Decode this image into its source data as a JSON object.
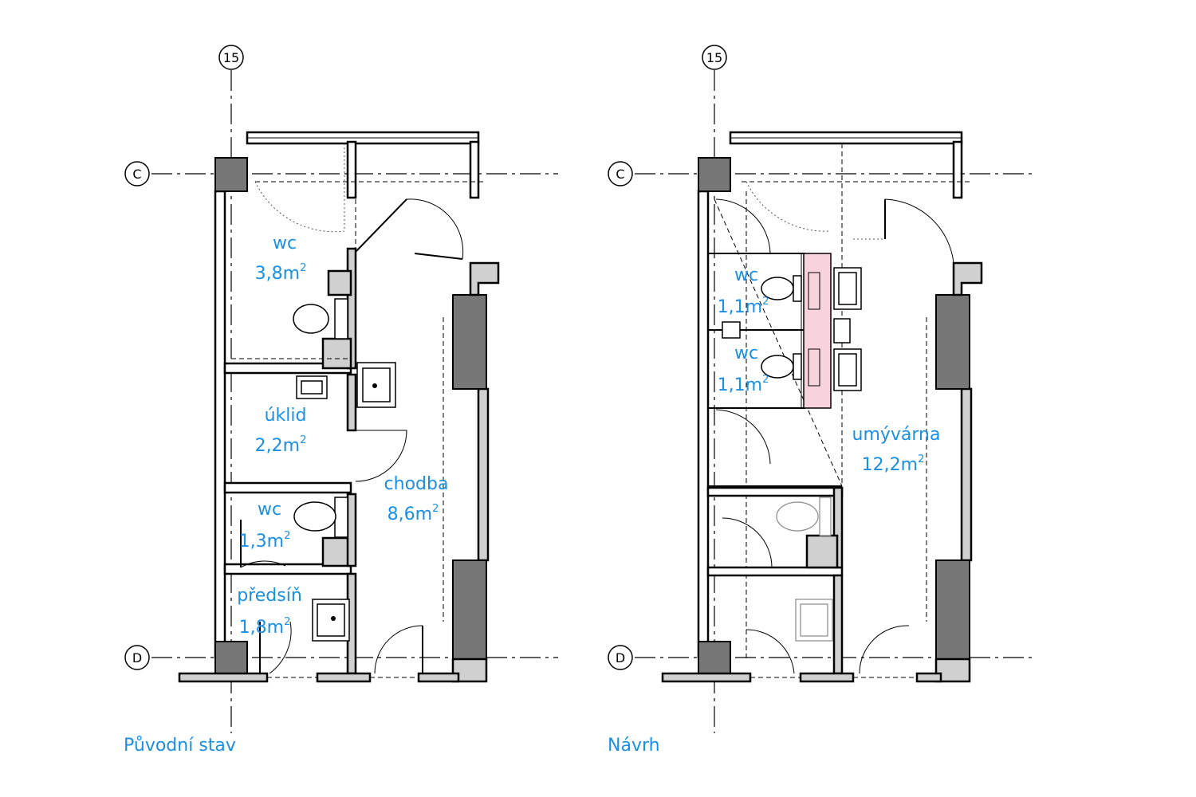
{
  "axes": {
    "grid_15": "15",
    "grid_c": "C",
    "grid_d": "D"
  },
  "left_plan": {
    "caption": "Původní stav",
    "rooms": [
      {
        "name": "wc",
        "area": "3,8m",
        "sup": "2"
      },
      {
        "name": "úklid",
        "area": "2,2m",
        "sup": "2"
      },
      {
        "name": "chodba",
        "area": "8,6m",
        "sup": "2"
      },
      {
        "name": "wc",
        "area": "1,3m",
        "sup": "2"
      },
      {
        "name": "předsíň",
        "area": "1,8m",
        "sup": "2"
      }
    ]
  },
  "right_plan": {
    "caption": "Návrh",
    "rooms": [
      {
        "name": "wc",
        "area": "1,1m",
        "sup": "2"
      },
      {
        "name": "wc",
        "area": "1,1m",
        "sup": "2"
      },
      {
        "name": "umývárna",
        "area": "12,2m",
        "sup": "2"
      }
    ]
  },
  "colors": {
    "label": "#1a8fe3",
    "column": "#777777",
    "wall_fill": "#d0d0d0",
    "highlight": "#f8d3dc"
  }
}
